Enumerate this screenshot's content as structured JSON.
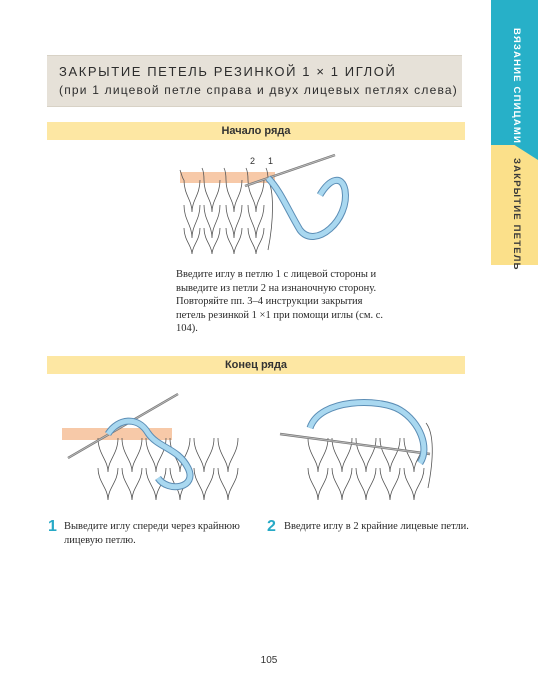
{
  "side_tabs": {
    "top_label": "ВЯЗАНИЕ СПИЦАМИ",
    "bottom_label": "ЗАКРЫТИЕ ПЕТЕЛЬ",
    "top_color": "#27b0c8",
    "bottom_color": "#fbe08a"
  },
  "title": {
    "main": "Закрытие петель резинкой 1 × 1 иглой",
    "sub": "(при 1 лицевой петле справа и двух лицевых петлях слева)"
  },
  "section_start": {
    "heading": "Начало ряда",
    "diagram_labels": [
      "2",
      "1"
    ],
    "paragraph": "Введите иглу в петлю 1 с лицевой стороны и выведите из петли 2 на изнаночную сторону. Повторяйте пп. 3–4 инструкции закрытия петель резинкой 1 ×1 при помощи иглы (см. с. 104)."
  },
  "section_end": {
    "heading": "Конец ряда",
    "steps": [
      {
        "number": "1",
        "text": "Выведите иглу спереди через крайнюю лицевую петлю."
      },
      {
        "number": "2",
        "text": "Введите иглу в 2 крайние лицевые петли."
      }
    ]
  },
  "page_number": "105",
  "colors": {
    "accent": "#27a9c6",
    "yarn": "#a9d8f0",
    "section_bar": "#fde7a3",
    "title_bg": "#e6e1d8"
  }
}
